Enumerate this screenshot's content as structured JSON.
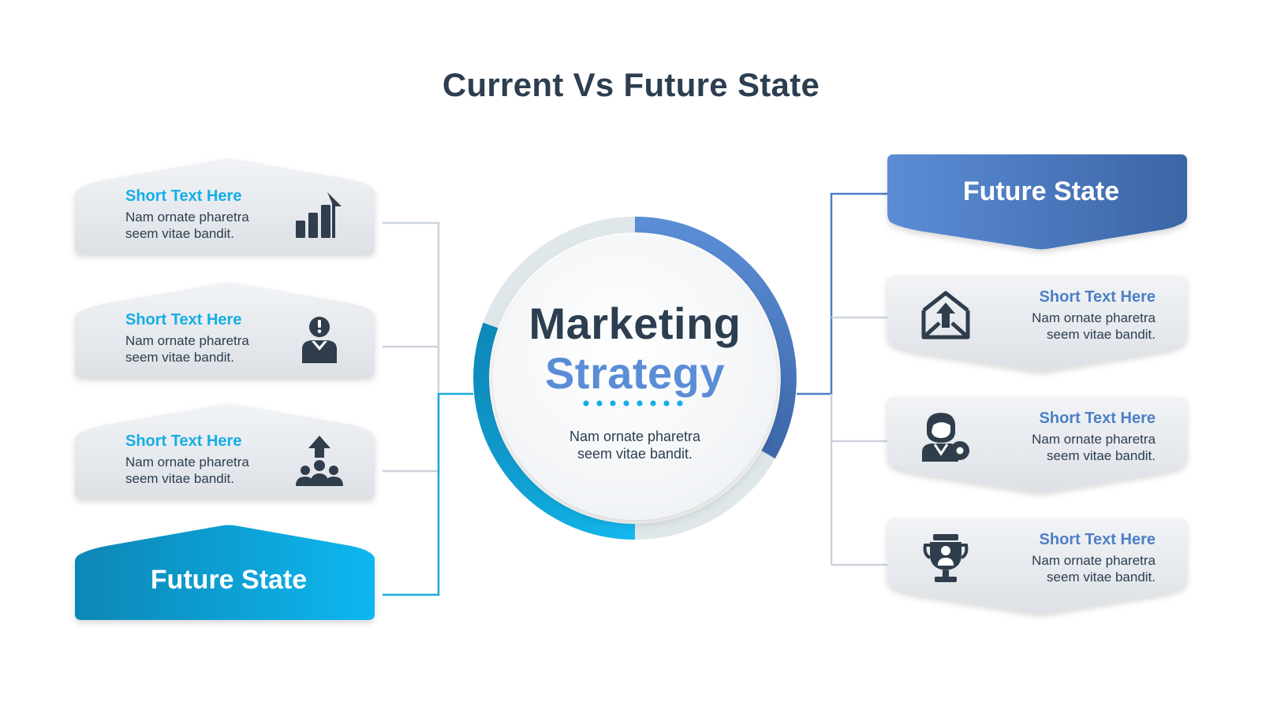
{
  "title": "Current Vs Future State",
  "center": {
    "title_line1": "Marketing",
    "title_line2": "Strategy",
    "body_line1": "Nam ornate pharetra",
    "body_line2": "seem vitae bandit."
  },
  "left": {
    "items": [
      {
        "heading": "Short Text Here",
        "body_line1": "Nam ornate pharetra",
        "body_line2": "seem vitae bandit.",
        "icon": "growth-chart-icon"
      },
      {
        "heading": "Short Text Here",
        "body_line1": "Nam ornate pharetra",
        "body_line2": "seem vitae bandit.",
        "icon": "businessman-alert-icon"
      },
      {
        "heading": "Short Text Here",
        "body_line1": "Nam ornate pharetra",
        "body_line2": "seem vitae bandit.",
        "icon": "team-growth-icon"
      }
    ],
    "banner": "Future State"
  },
  "right": {
    "banner": "Future State",
    "items": [
      {
        "heading": "Short Text Here",
        "body_line1": "Nam ornate pharetra",
        "body_line2": "seem vitae bandit.",
        "icon": "mail-upload-icon"
      },
      {
        "heading": "Short Text Here",
        "body_line1": "Nam ornate pharetra",
        "body_line2": "seem vitae bandit.",
        "icon": "user-settings-icon"
      },
      {
        "heading": "Short Text Here",
        "body_line1": "Nam ornate pharetra",
        "body_line2": "seem vitae bandit.",
        "icon": "trophy-user-icon"
      }
    ]
  },
  "colors": {
    "dark_text": "#2c3e50",
    "cyan_accent": "#14aee6",
    "blue_accent": "#4d7fc4",
    "card_gray": "#e6e8ec",
    "icon_dark": "#2f3d4c"
  }
}
